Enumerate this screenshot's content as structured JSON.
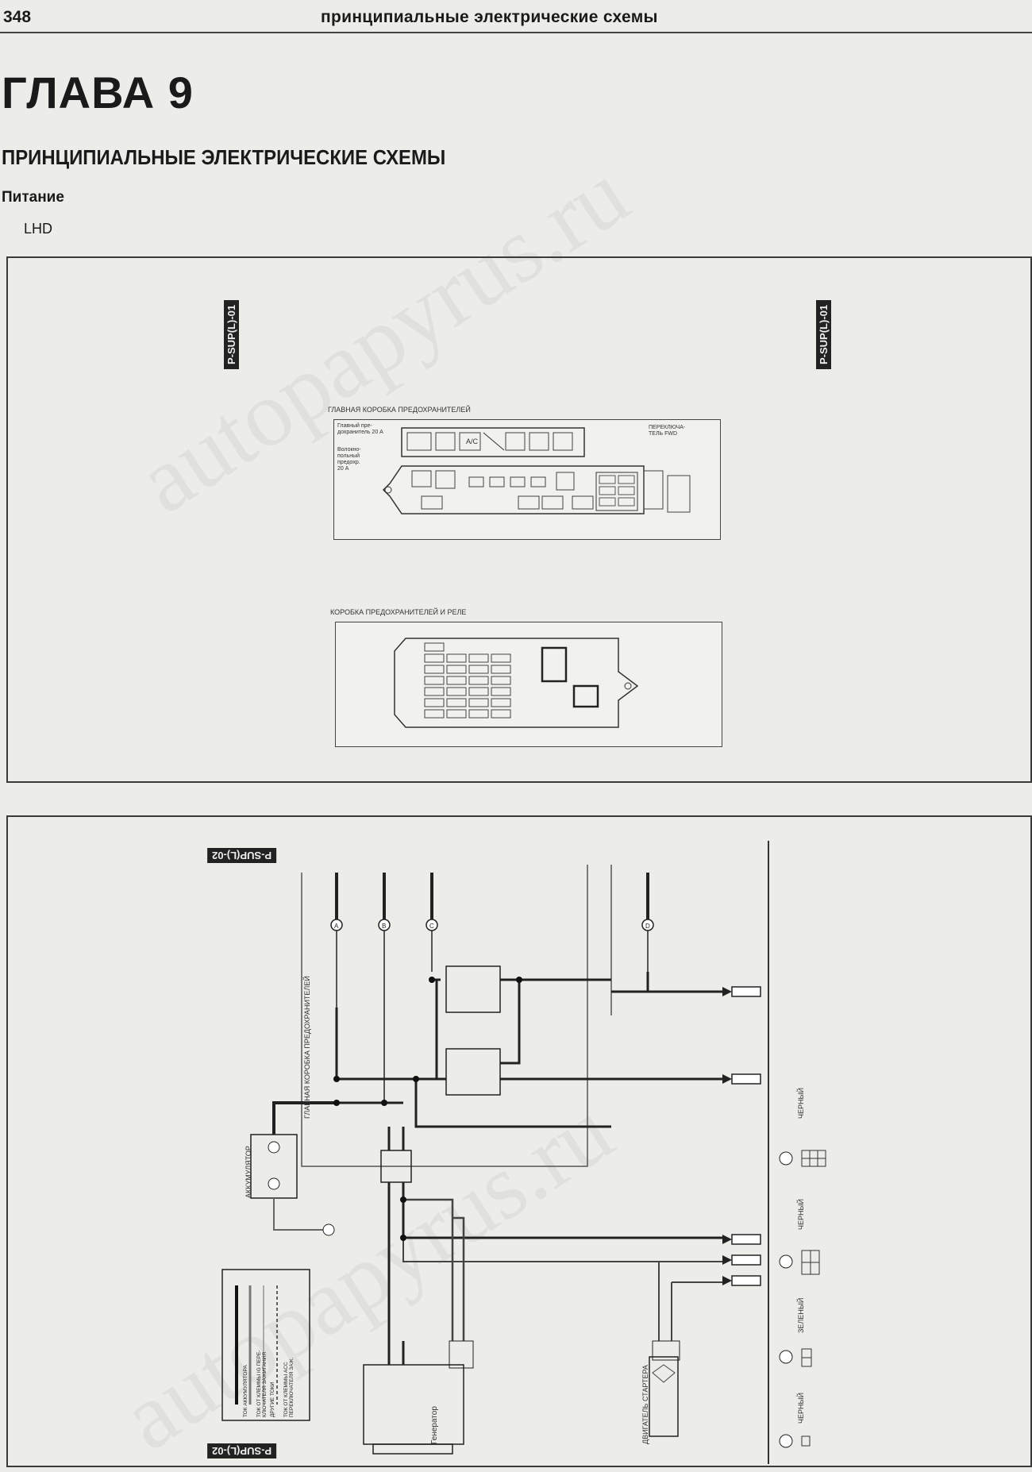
{
  "header": {
    "page_number": "348",
    "running_title": "принципиальные электрические схемы"
  },
  "chapter": "ГЛАВА 9",
  "section_title": "ПРИНЦИПИАЛЬНЫЕ ЭЛЕКТРИЧЕСКИЕ СХЕМЫ",
  "subsection": "Питание",
  "variant": "LHD",
  "watermark": "autopapyrus.ru",
  "panel1": {
    "tag": "P-SUP(L)-01",
    "main_box_caption": "ГЛАВНАЯ КОРОБКА ПРЕДОХРАНИТЕЛЕЙ",
    "main_box_labels": {
      "main_fuse": "Главный пре-\nдохранитель 20 А",
      "fusible_link": "Волокно-\nпольный\nпредохр.\n20 А",
      "switch": "ПЕРЕКЛЮЧА-\nТЕЛЬ FWD",
      "ac": "A/C"
    },
    "relay_box_caption": "КОРОБКА ПРЕДОХРАНИТЕЛЕЙ И РЕЛЕ"
  },
  "panel2": {
    "tag": "P-SUP(L)-02",
    "fuse_box_label": "ГЛАВНАЯ КОРОБКА ПРЕДОХРАНИТЕЛЕЙ",
    "battery_label": "АККУМУЛЯТОР",
    "generator_label": "Генератор",
    "starter_label": "ДВИГАТЕЛЬ СТАРТЕРА",
    "terminals": [
      "A",
      "B",
      "C",
      "D"
    ],
    "connector_colors": [
      "ЧЕРНЫЙ",
      "ЧЕРНЫЙ",
      "ЗЕЛЕНЫЙ",
      "ЧЕРНЫЙ"
    ],
    "legend": {
      "items": [
        "ТОК АККУМУЛЯТОРА",
        "ТОК ОТ КЛЕММЫ IG ПЕРЕ-\nКЛЮЧАТЕЛЯ ЗАЖИГАНИЯ",
        "ДРУГИЕ ТОКИ",
        "ТОК ОТ КЛЕММЫ ACC\nПЕРЕКЛЮЧАТЕЛЯ ЗАЖ."
      ]
    }
  }
}
